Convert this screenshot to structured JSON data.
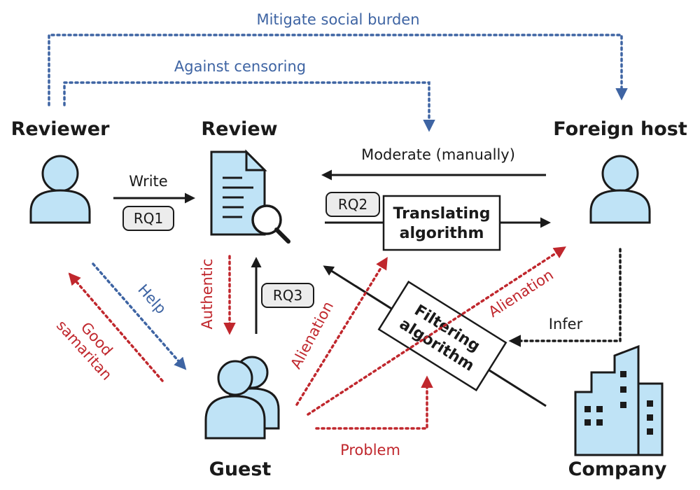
{
  "nodes": {
    "reviewer": "Reviewer",
    "review": "Review",
    "foreign_host": "Foreign host",
    "guest": "Guest",
    "company": "Company"
  },
  "edges": {
    "mitigate": "Mitigate social burden",
    "censoring": "Against censoring",
    "write": "Write",
    "moderate": "Moderate (manually)",
    "help": "Help",
    "good1": "Good",
    "good2": "samaritan",
    "authentic": "Authentic",
    "alienation_left": "Alienation",
    "alienation_right": "Alienation",
    "infer": "Infer",
    "problem": "Problem"
  },
  "research_questions": {
    "rq1": "RQ1",
    "rq2": "RQ2",
    "rq3": "RQ3"
  },
  "algorithms": {
    "translating_1": "Translating",
    "translating_2": "algorithm",
    "filtering_1": "Filtering",
    "filtering_2": "algorithm"
  },
  "colors": {
    "blue": "#3e64a3",
    "red": "#c0272d",
    "icon_fill": "#bfe3f6",
    "dark": "#1a1a1a"
  }
}
